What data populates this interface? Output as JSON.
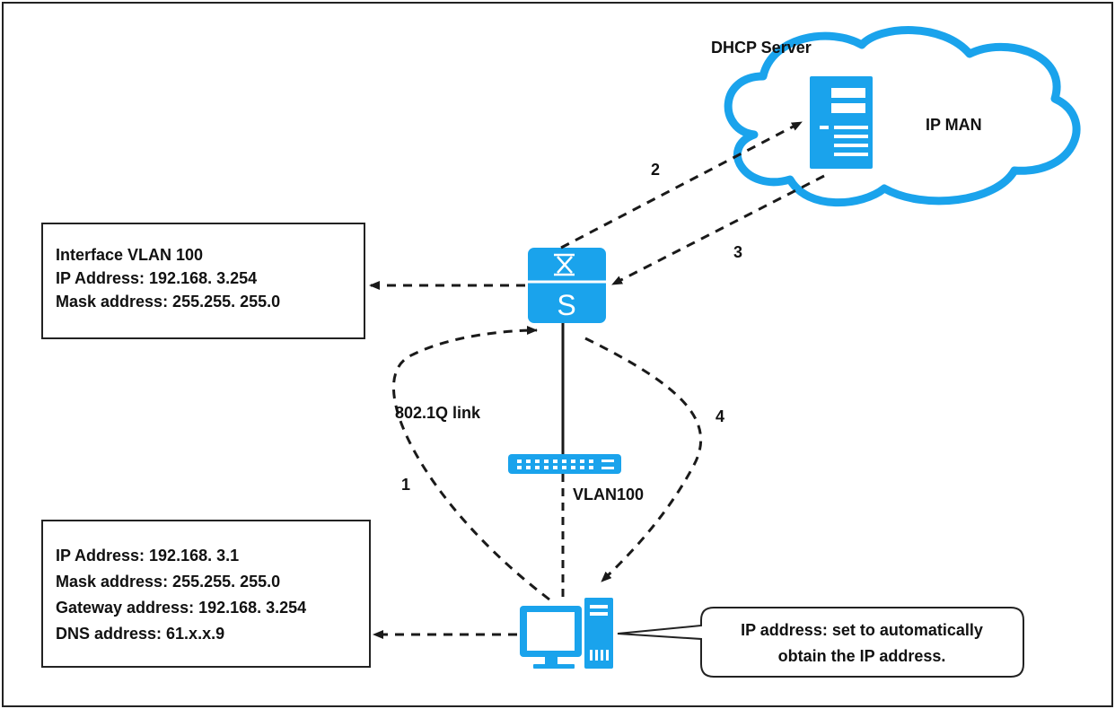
{
  "diagram": {
    "cloud": {
      "title": "DHCP Server",
      "label": "IP MAN"
    },
    "switch_box": {
      "lines": [
        "Interface VLAN 100",
        "IP Address: 192.168. 3.254",
        "Mask address: 255.255. 255.0"
      ]
    },
    "client_box": {
      "lines": [
        "IP Address: 192.168. 3.1",
        "Mask address: 255.255. 255.0",
        "Gateway address: 192.168. 3.254",
        "DNS address: 61.x.x.9"
      ]
    },
    "callout": {
      "lines": [
        "IP address: set to automatically",
        "obtain the IP address."
      ]
    },
    "steps": {
      "s1": "1",
      "s2": "2",
      "s3": "3",
      "s4": "4"
    },
    "link_label": "802.1Q link",
    "vlan_label": "VLAN100",
    "icons": {
      "server": "dhcp-server-icon",
      "switch": "l3-switch-icon",
      "access": "access-switch-icon",
      "pc": "pc-icon"
    },
    "colors": {
      "accent": "#1aa3ec",
      "cloud_stroke": "#1aa3ec",
      "line": "#1a1a1a"
    }
  }
}
